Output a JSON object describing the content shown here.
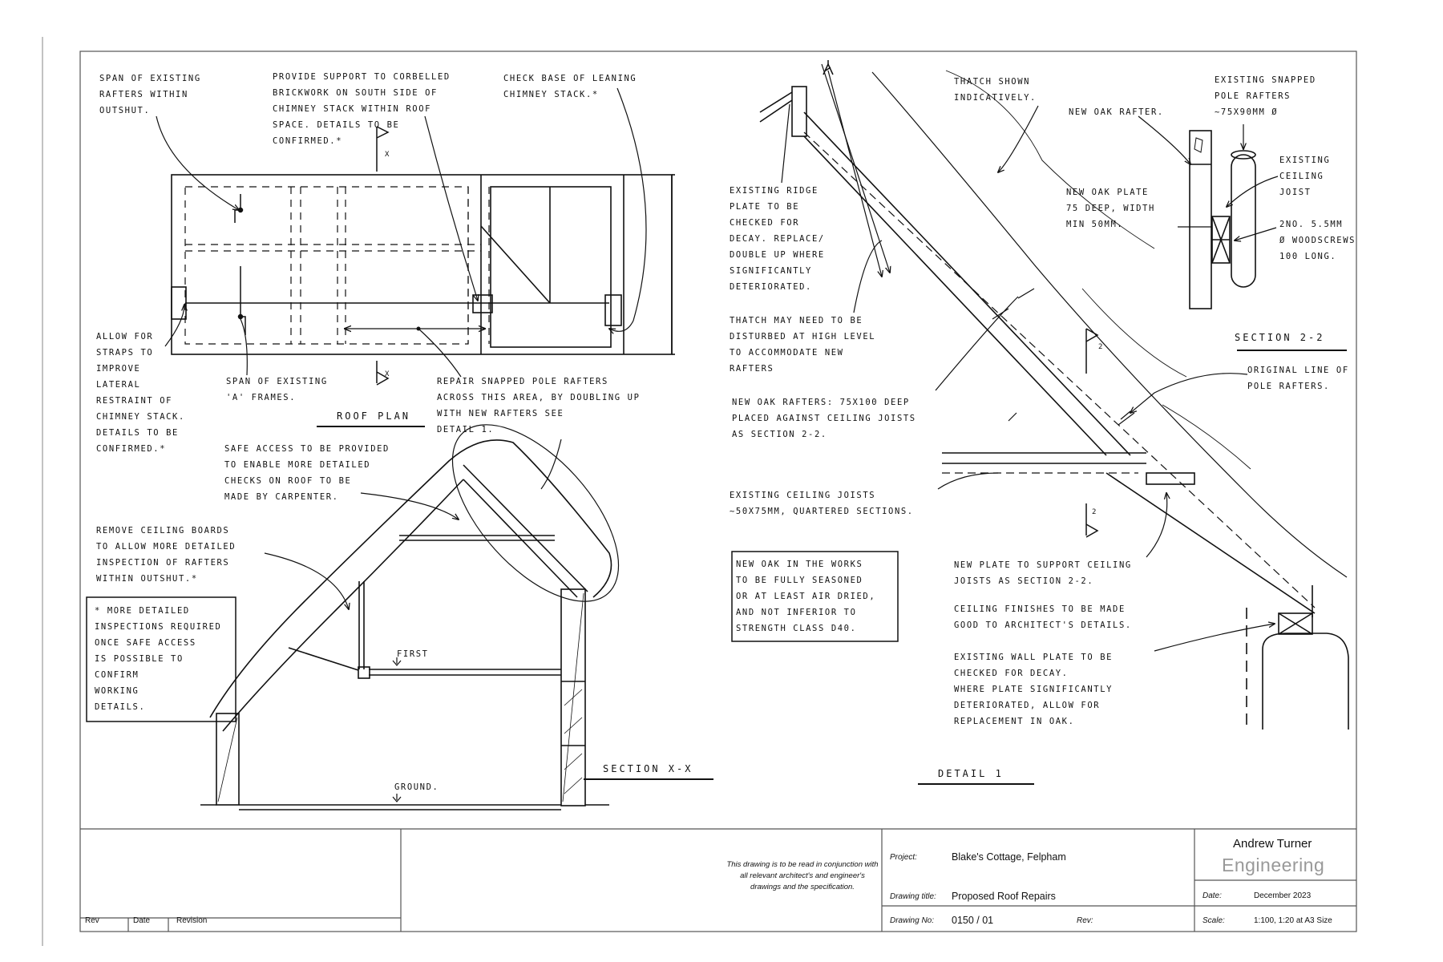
{
  "notes": {
    "span_outshut": "SPAN OF EXISTING\nRAFTERS WITHIN\nOUTSHUT.",
    "corbel_support": "PROVIDE SUPPORT TO CORBELLED\nBRICKWORK ON SOUTH SIDE OF\nCHIMNEY STACK WITHIN ROOF\nSPACE. DETAILS TO BE\nCONFIRMED.*",
    "chimney_base": "CHECK BASE OF LEANING\nCHIMNEY STACK.*",
    "straps": "ALLOW FOR\nSTRAPS TO\nIMPROVE\nLATERAL\nRESTRAINT OF\nCHIMNEY STACK.\nDETAILS TO BE\nCONFIRMED.*",
    "a_frames": "SPAN OF EXISTING\n'A' FRAMES.",
    "repair_rafters": "REPAIR SNAPPED POLE RAFTERS\nACROSS THIS AREA, BY DOUBLING UP\nWITH NEW RAFTERS SEE\nDETAIL 1.",
    "safe_access": "SAFE ACCESS TO BE PROVIDED\nTO ENABLE MORE DETAILED\nCHECKS ON ROOF TO BE\nMADE BY CARPENTER.",
    "ceiling_boards": "REMOVE CEILING BOARDS\nTO ALLOW MORE DETAILED\nINSPECTION OF RAFTERS\nWITHIN OUTSHUT.*",
    "asterisk_box": "* MORE DETAILED\nINSPECTIONS REQUIRED\nONCE SAFE ACCESS\nIS POSSIBLE TO\nCONFIRM\nWORKING\nDETAILS.",
    "ridge_plate": "EXISTING RIDGE\nPLATE TO BE\nCHECKED FOR\nDECAY. REPLACE/\nDOUBLE UP WHERE\nSIGNIFICANTLY\nDETERIORATED.",
    "thatch_disturbed": "THATCH MAY NEED TO BE\nDISTURBED AT HIGH LEVEL\nTO ACCOMMODATE NEW\nRAFTERS",
    "new_oak_rafters": "NEW OAK RAFTERS: 75x100 DEEP\nPLACED AGAINST CEILING JOISTS\nAS SECTION 2-2.",
    "ceiling_joists": "EXISTING CEILING JOISTS\n~50x75mm, QUARTERED SECTIONS.",
    "oak_box": "NEW OAK IN THE WORKS\nTO BE FULLY SEASONED\nOR AT LEAST AIR DRIED,\nAND NOT INFERIOR TO\nSTRENGTH CLASS D40.",
    "thatch_shown": "THATCH SHOWN\nINDICATIVELY.",
    "new_oak_rafter": "NEW OAK RAFTER.",
    "snapped_pole": "EXISTING SNAPPED\nPOLE RAFTERS\n~75x90mm Ø",
    "ceiling_joist": "EXISTING\nCEILING\nJOIST",
    "new_oak_plate": "NEW OAK PLATE\n75 DEEP, WIDTH\nMIN 50mm.",
    "woodscrews": "2No. 5.5mm\nØ WOODSCREWS\n100 LONG.",
    "original_line": "ORIGINAL LINE OF\nPOLE RAFTERS.",
    "new_plate": "NEW PLATE TO SUPPORT CEILING\nJOISTS AS SECTION 2-2.",
    "ceiling_finishes": "CEILING FINISHES TO BE MADE\nGOOD TO ARCHITECT'S DETAILS.",
    "wall_plate": "EXISTING WALL PLATE TO BE\nCHECKED FOR DECAY.\nWHERE PLATE SIGNIFICANTLY\nDETERIORATED, ALLOW FOR\nREPLACEMENT IN OAK.",
    "first": "FIRST",
    "ground": "GROUND."
  },
  "titles": {
    "roof_plan": "ROOF PLAN",
    "section_xx": "SECTION X-X",
    "detail_1": "DETAIL 1",
    "section_22": "SECTION 2-2"
  },
  "markers": {
    "x": "X",
    "two": "2"
  },
  "titleblock": {
    "rev": "Rev",
    "date": "Date",
    "revision": "Revision",
    "disclaimer": "This drawing is to be read in conjunction with all relevant architect's and engineer's drawings and the specification.",
    "project_label": "Project:",
    "project": "Blake's Cottage, Felpham",
    "drawing_title_label": "Drawing title:",
    "drawing_title": "Proposed Roof Repairs",
    "drawing_no_label": "Drawing No:",
    "drawing_no": "0150 / 01",
    "rev_label": "Rev:",
    "company_name": "Andrew Turner",
    "company_sub": "Engineering",
    "date_label": "Date:",
    "date_value": "December 2023",
    "scale_label": "Scale:",
    "scale_value": "1:100, 1:20 at A3 Size"
  }
}
